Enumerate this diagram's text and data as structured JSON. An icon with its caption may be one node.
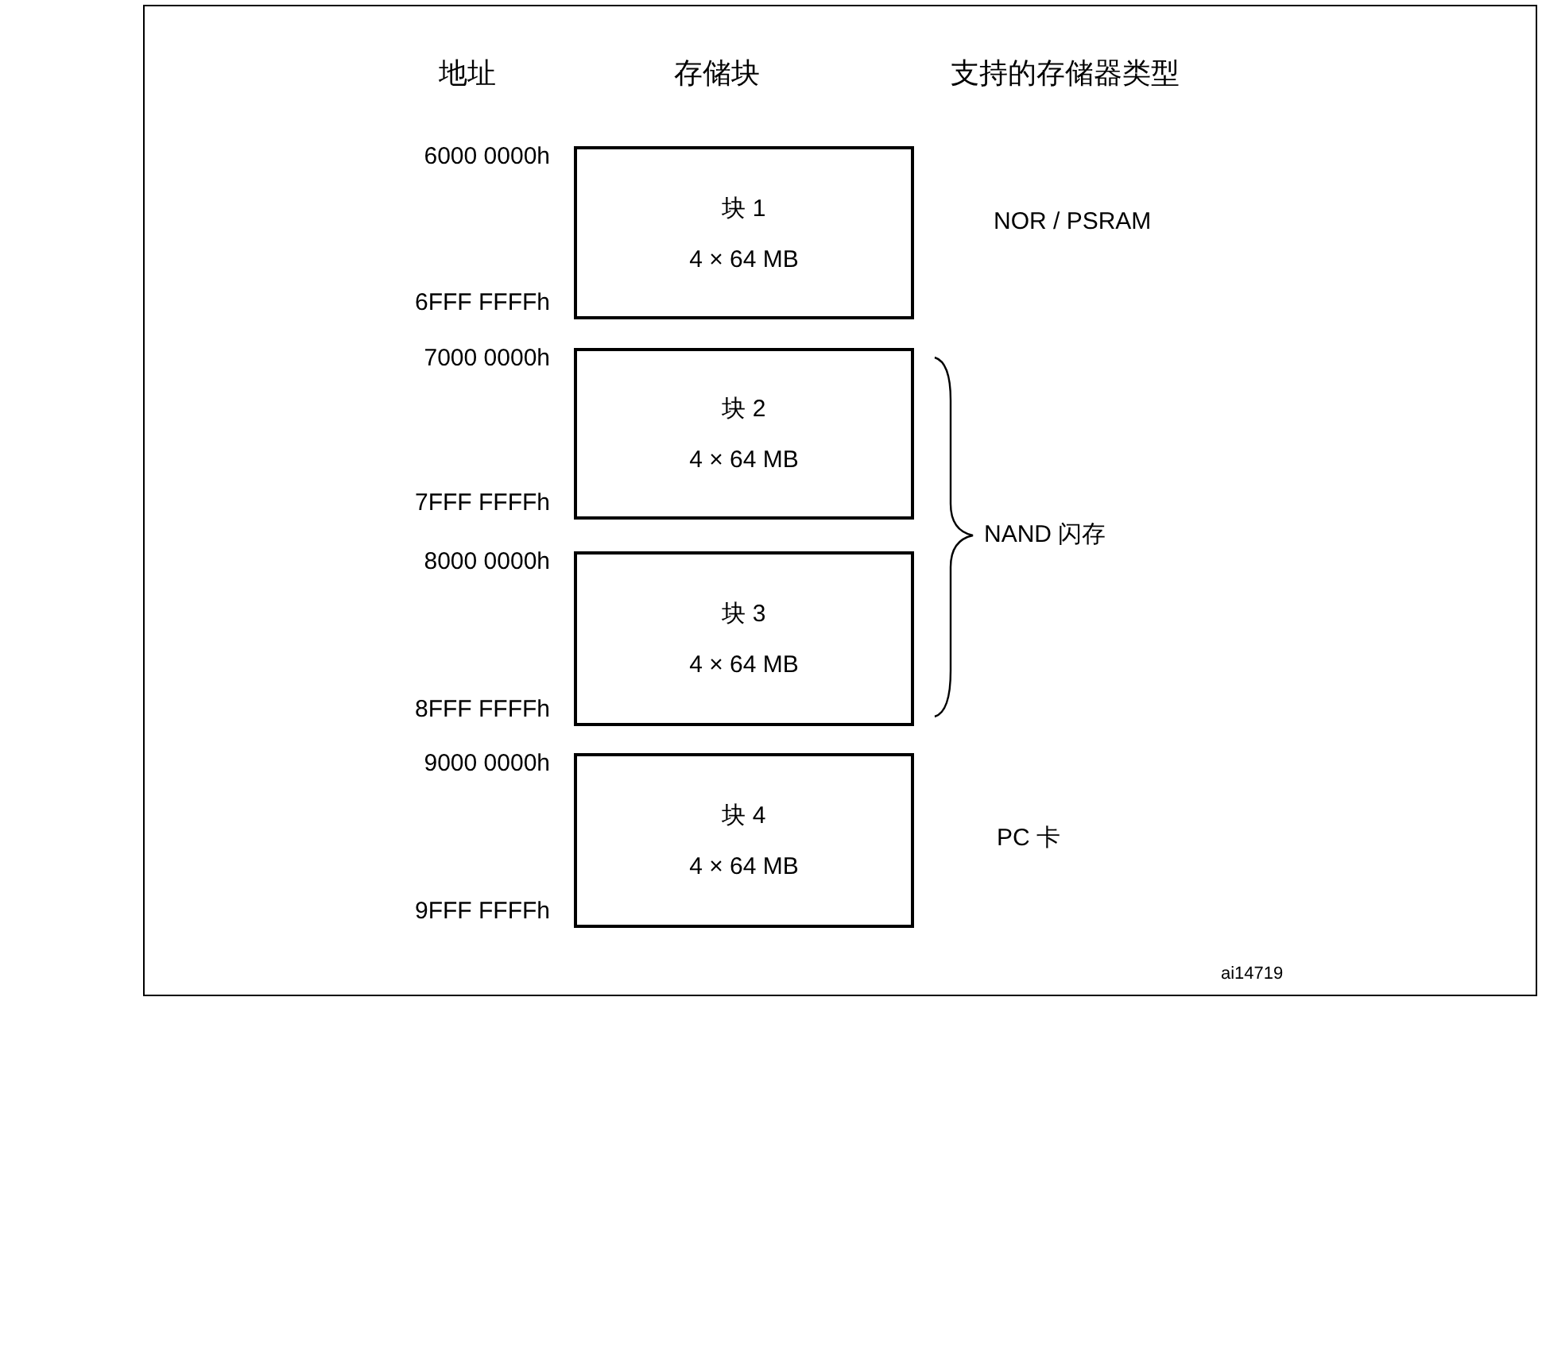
{
  "diagram": {
    "nodes": [
      {
        "text": [
          "块 1",
          "4 × 64 MB"
        ],
        "beside": [
          "6000 0000h",
          "6FFF FFFFh"
        ]
      },
      {
        "text": [
          "块 2",
          "4 × 64 MB"
        ],
        "beside": [
          "7000 0000h",
          "7FFF FFFFh"
        ]
      },
      {
        "text": [
          "块 3",
          "4 × 64 MB"
        ],
        "beside": [
          "8000 0000h",
          "8FFF FFFFh"
        ]
      },
      {
        "text": [
          "块 4",
          "4 × 64 MB"
        ],
        "beside": [
          "9000 0000h",
          "9FFF FFFFh"
        ]
      }
    ],
    "labels": [
      "地址",
      "存储块",
      "支持的存储器类型",
      "NOR / PSRAM",
      "NAND 闪存",
      "PC 卡",
      "ai14719"
    ]
  }
}
